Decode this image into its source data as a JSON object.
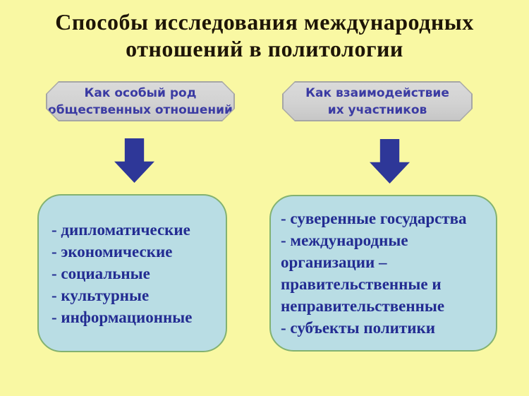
{
  "title": {
    "line1": "Способы исследования международных",
    "line2": "отношений в политологии"
  },
  "left_branch": {
    "header": {
      "line1": "Как особый род",
      "line2": "общественных отношений"
    },
    "arrow_icon": "down-block-arrow",
    "items": [
      "- дипломатические",
      "- экономические",
      "- социальные",
      "- культурные",
      "- информационные"
    ]
  },
  "right_branch": {
    "header": {
      "line1": "Как взаимодействие",
      "line2": "их участников"
    },
    "arrow_icon": "down-block-arrow",
    "items": [
      "- суверенные государства",
      "- международные",
      "организации –",
      "правительственные и",
      "неправительственные",
      "- субъекты политики"
    ]
  },
  "colors": {
    "bg": "#f9f8a3",
    "title_color": "#1e1507",
    "header_border": "#a6a6a6",
    "header_fill": "#d2d2d2",
    "header_text": "#3b3ba3",
    "arrow_color": "#2e3798",
    "panel_fill": "#b9dde4",
    "panel_border": "#83b271",
    "panel_text": "#232c92"
  }
}
